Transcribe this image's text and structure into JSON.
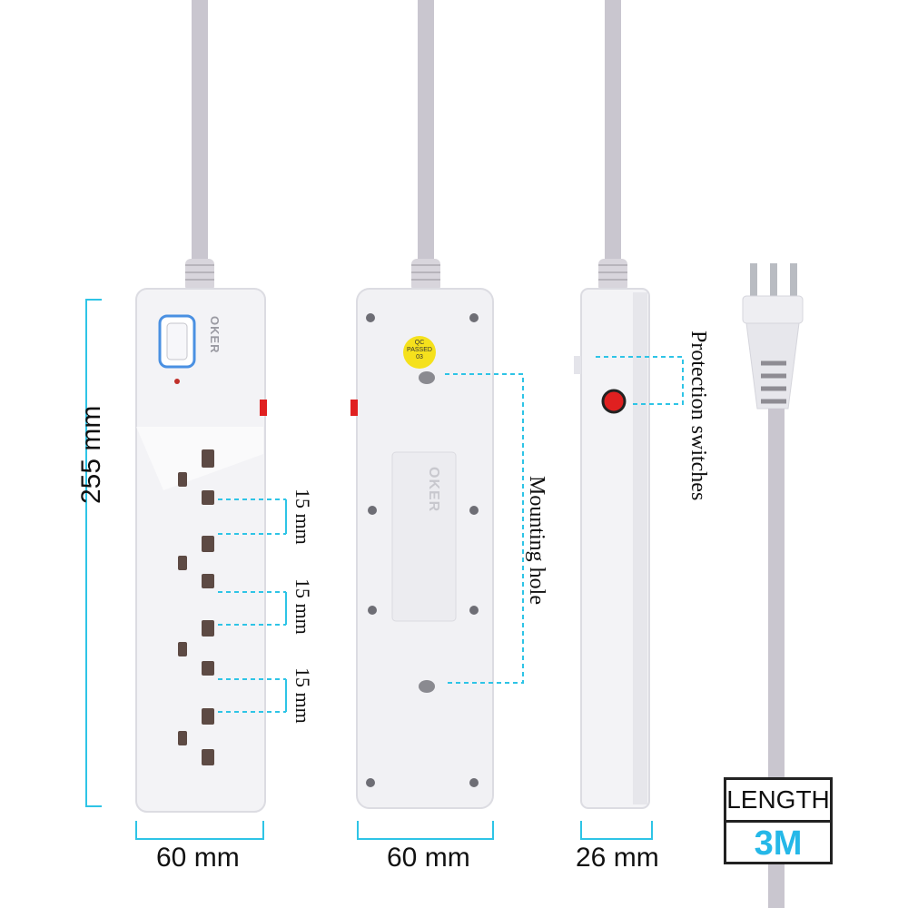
{
  "dimensions": {
    "height_label": "255 mm",
    "width_front_label": "60 mm",
    "width_back_label": "60 mm",
    "depth_side_label": "26 mm",
    "socket_gap_1": "15 mm",
    "socket_gap_2": "15 mm",
    "socket_gap_3": "15 mm"
  },
  "callouts": {
    "mounting_hole": "Mounting hole",
    "protection_switches": "Protection switches"
  },
  "product": {
    "brand": "OKER",
    "qc_sticker_line1": "QC",
    "qc_sticker_line2": "PASSED",
    "qc_sticker_line3": "03"
  },
  "cable": {
    "length_title": "LENGTH",
    "length_value": "3M"
  },
  "colors": {
    "accent_cyan": "#2ec4e6",
    "length_value": "#25b8e8",
    "housing": "#f3f3f6",
    "cable": "#c9c6cf",
    "indicator_red": "#e02020"
  }
}
